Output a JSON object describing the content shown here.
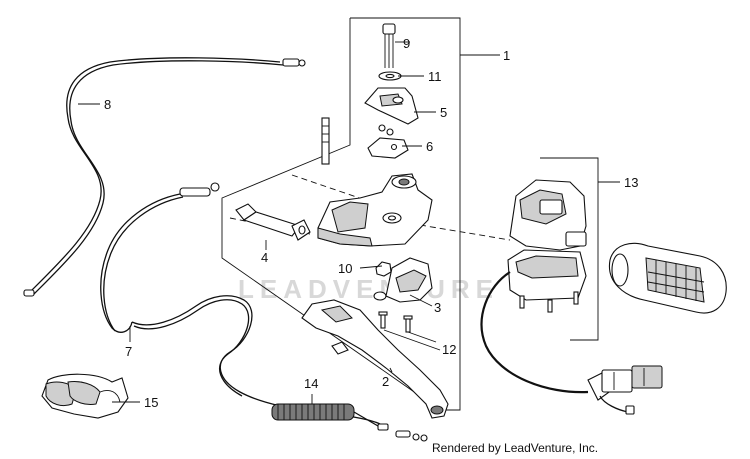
{
  "diagram": {
    "watermark": "LEADVENTURE",
    "credit": "Rendered by LeadVenture, Inc.",
    "callouts": [
      {
        "id": "c1",
        "label": "1"
      },
      {
        "id": "c2",
        "label": "2"
      },
      {
        "id": "c3",
        "label": "3"
      },
      {
        "id": "c4",
        "label": "4"
      },
      {
        "id": "c5",
        "label": "5"
      },
      {
        "id": "c6",
        "label": "6"
      },
      {
        "id": "c7",
        "label": "7"
      },
      {
        "id": "c8",
        "label": "8"
      },
      {
        "id": "c9",
        "label": "9"
      },
      {
        "id": "c10",
        "label": "10"
      },
      {
        "id": "c11",
        "label": "11"
      },
      {
        "id": "c12",
        "label": "12"
      },
      {
        "id": "c13",
        "label": "13"
      },
      {
        "id": "c14",
        "label": "14"
      },
      {
        "id": "c15",
        "label": "15"
      }
    ]
  }
}
